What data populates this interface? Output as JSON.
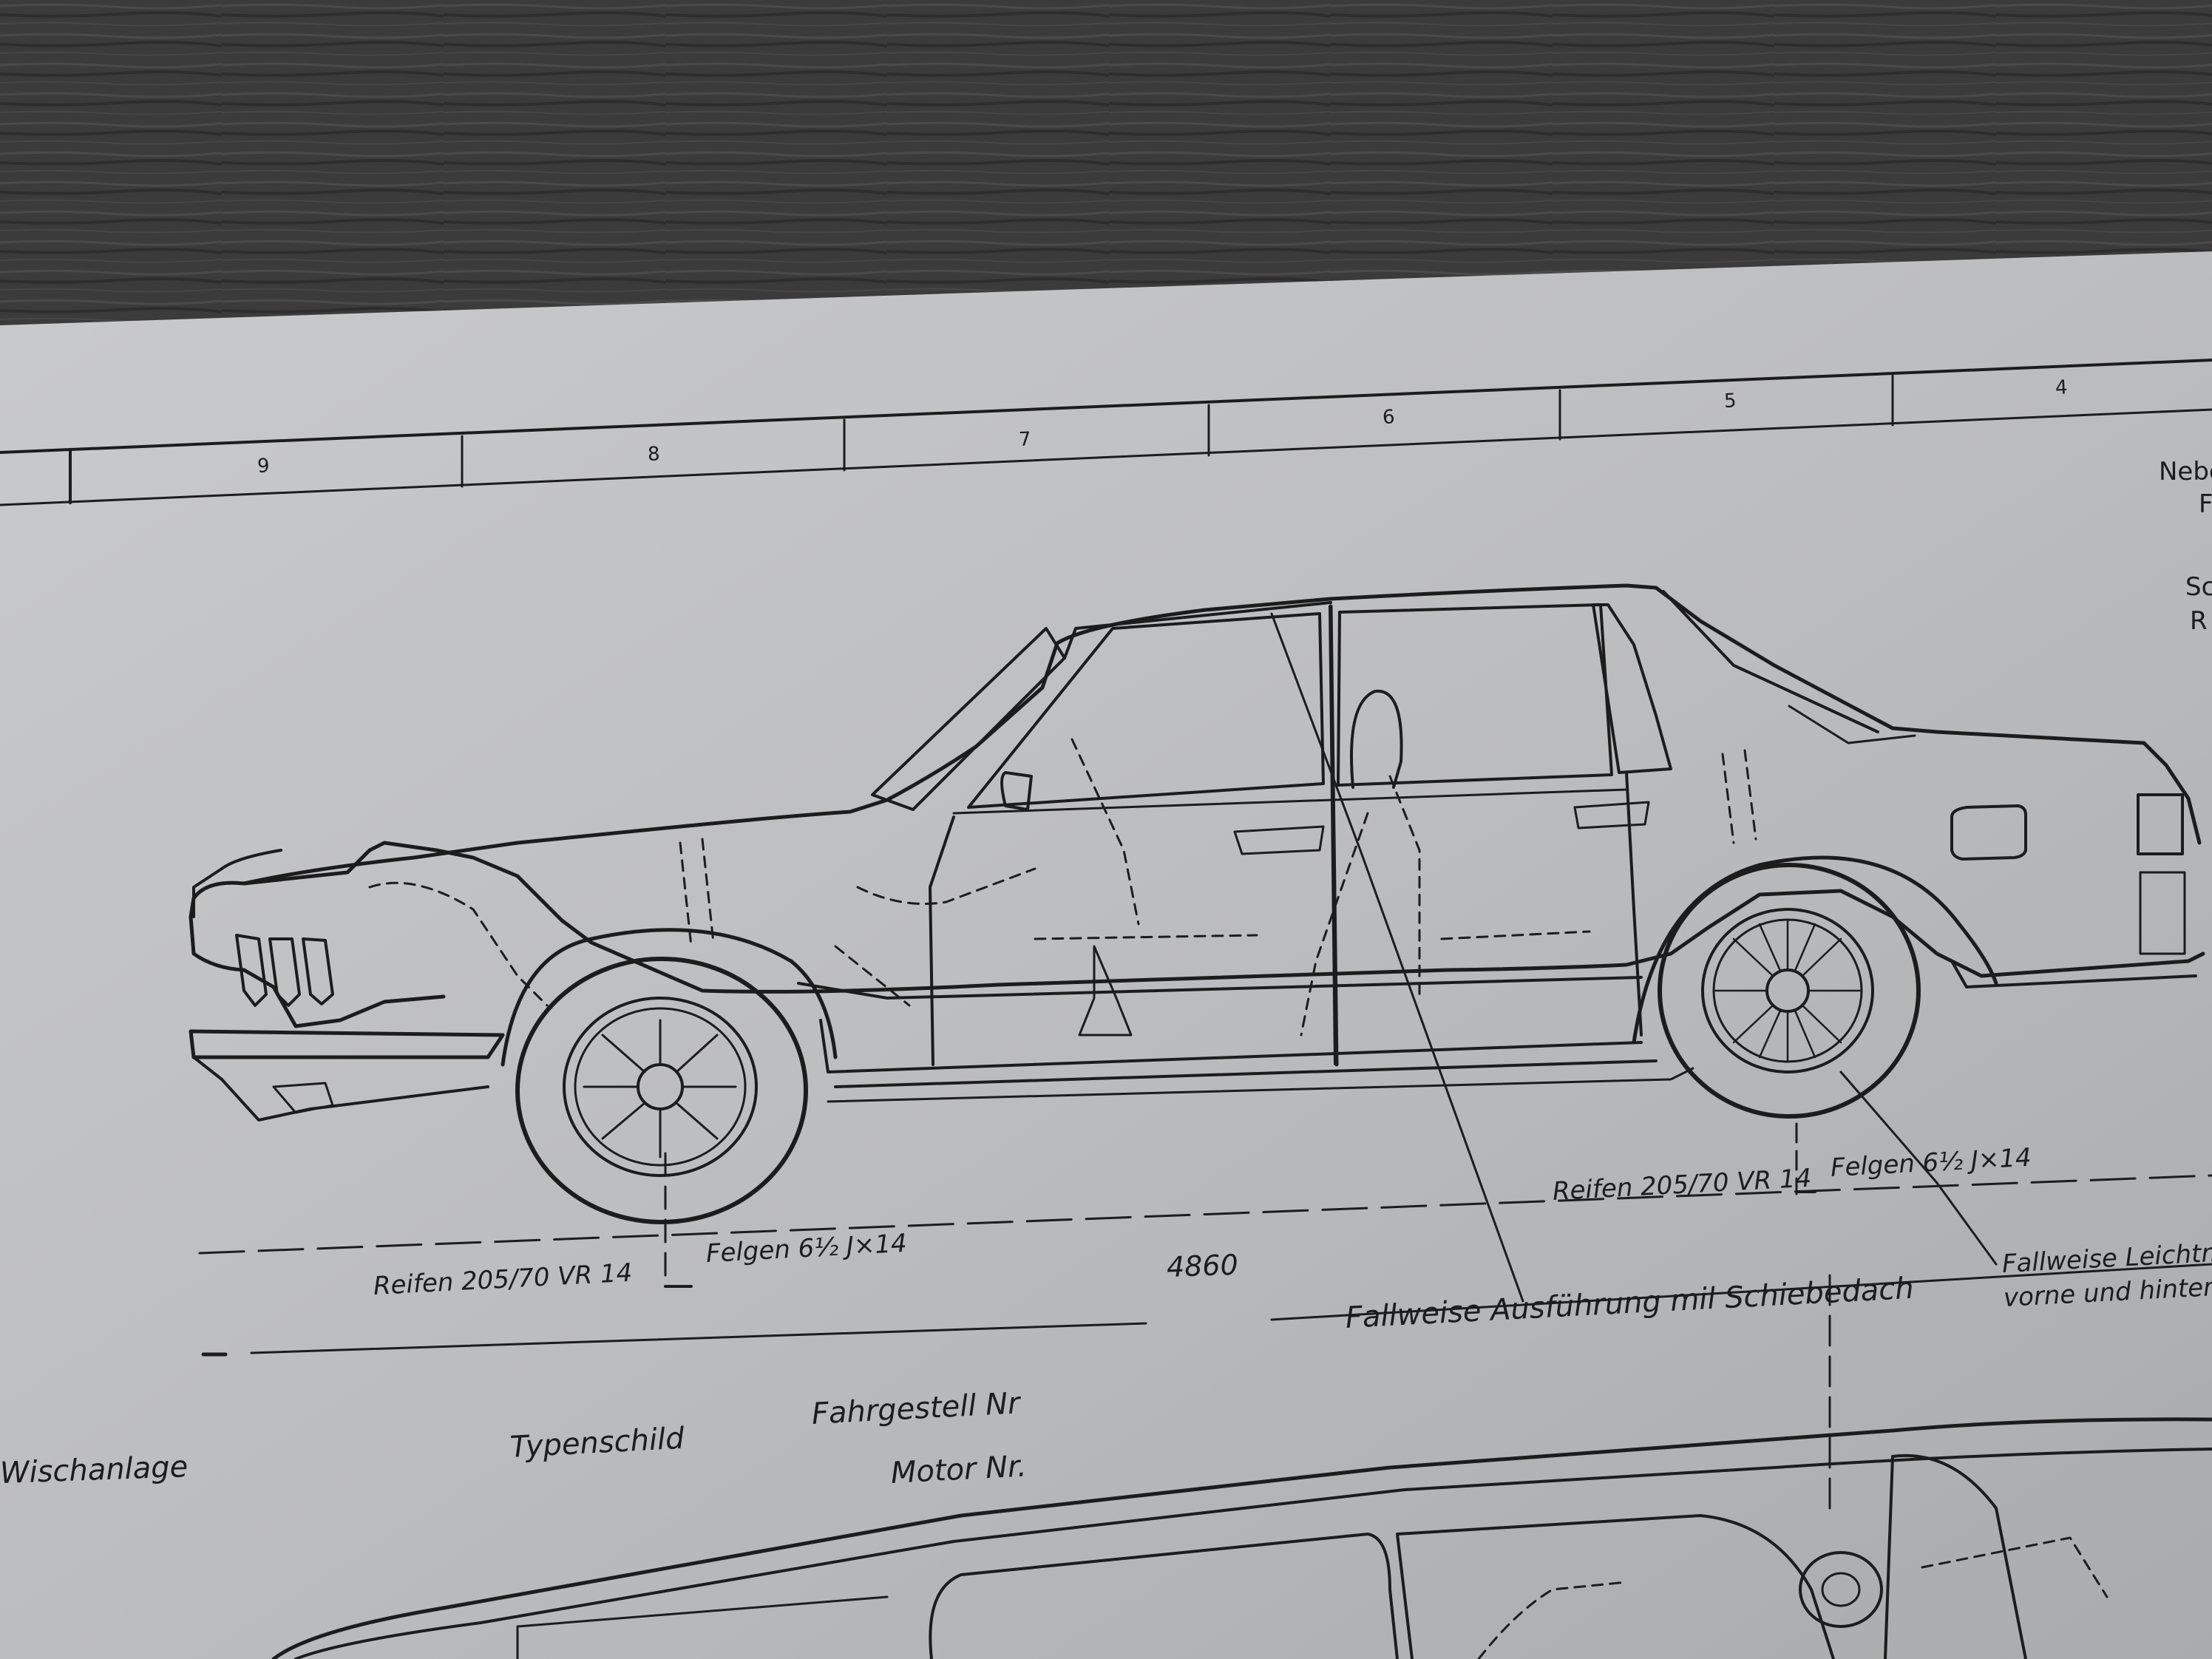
{
  "ruler_numbers": [
    "9",
    "8",
    "7",
    "6",
    "5",
    "4"
  ],
  "labels": {
    "tire_front": "Reifen 205/70 VR 14",
    "rim_front": "Felgen 6½ J×14",
    "wheelbase": "4860",
    "tire_rear": "Reifen 205/70 VR 14",
    "rim_rear": "Felgen 6½ J×14",
    "sunroof": "Fallweise Ausführung mil Schiebedach",
    "fallweise_light_1": "Fallweise Leichtme",
    "fallweise_light_2": "vorne und hinten",
    "wipers": "Wischanlage",
    "type_plate": "Typenschild",
    "chassis_no": "Fahrgestell Nr",
    "engine_no": "Motor Nr.",
    "edge_1": "Nebe",
    "edge_2": "F",
    "edge_3": "Sc",
    "edge_4": "R"
  },
  "colors": {
    "wood": "#3a3a3a",
    "paper": "#bdbebf",
    "ink": "#1c1c1c"
  }
}
